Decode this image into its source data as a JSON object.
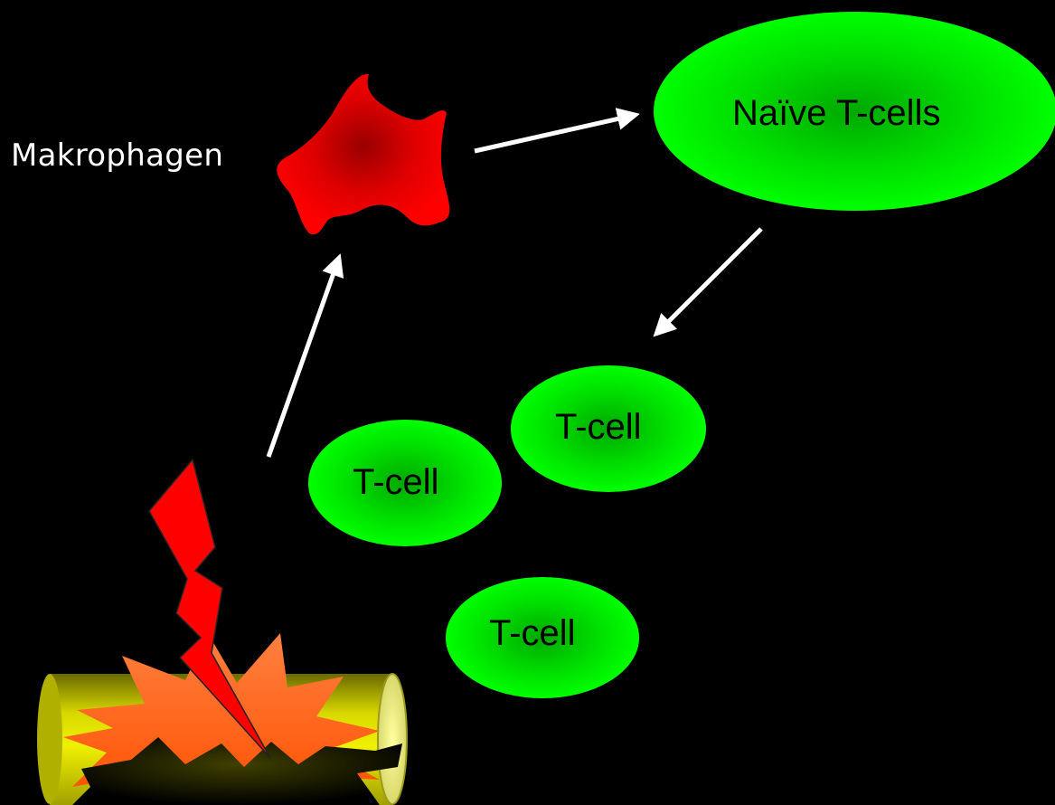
{
  "diagram": {
    "background_color": "#000000",
    "nodes": {
      "makrophagen": {
        "label": "Makrophagen",
        "color": "#ff0000",
        "icon": "macrophage-blob-icon"
      },
      "naive_tcells": {
        "label": "Naïve T-cells",
        "color": "#00ee00"
      },
      "tcell_1": {
        "label": "T-cell",
        "color": "#00ee00"
      },
      "tcell_2": {
        "label": "T-cell",
        "color": "#00ee00"
      },
      "tcell_3": {
        "label": "T-cell",
        "color": "#00ee00"
      },
      "injury": {
        "icon": "lightning-bolt-icon",
        "color": "#ff0000"
      },
      "tissue": {
        "icon": "damaged-tissue-cylinder-icon",
        "color": "#d8d800"
      }
    },
    "arrows": [
      {
        "from": "injury",
        "to": "makrophagen",
        "color": "#ffffff"
      },
      {
        "from": "makrophagen",
        "to": "naive_tcells",
        "color": "#ffffff"
      },
      {
        "from": "naive_tcells",
        "to": "tcell_2",
        "color": "#ffffff"
      }
    ]
  }
}
